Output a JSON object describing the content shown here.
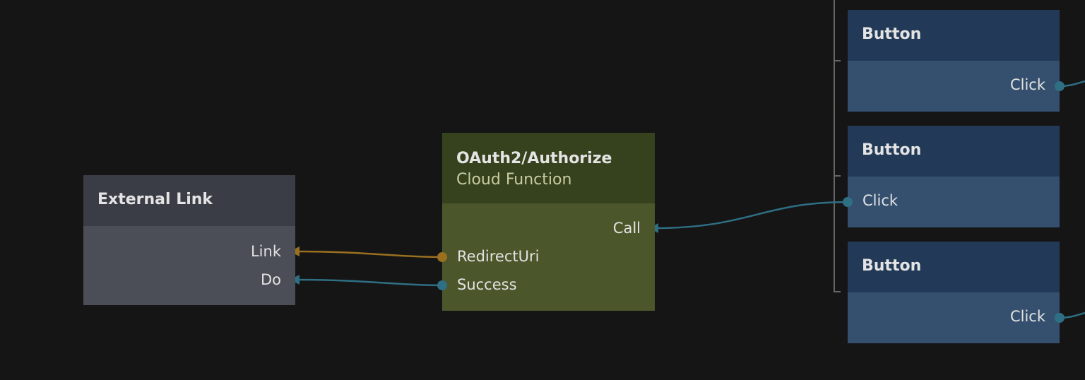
{
  "colors": {
    "background": "#151515",
    "data_wire": "#9a7020",
    "signal_wire": "#2f7085",
    "group_bracket": "#6a6a6a"
  },
  "nodes": {
    "external_link": {
      "title": "External Link",
      "ports": {
        "link": "Link",
        "do": "Do"
      }
    },
    "oauth": {
      "title": "OAuth2/Authorize",
      "subtitle": "Cloud Function",
      "ports": {
        "call": "Call",
        "redirect_uri": "RedirectUri",
        "success": "Success"
      }
    },
    "buttons": [
      {
        "title": "Button",
        "port": "Click"
      },
      {
        "title": "Button",
        "port": "Click"
      },
      {
        "title": "Button",
        "port": "Click"
      }
    ]
  }
}
